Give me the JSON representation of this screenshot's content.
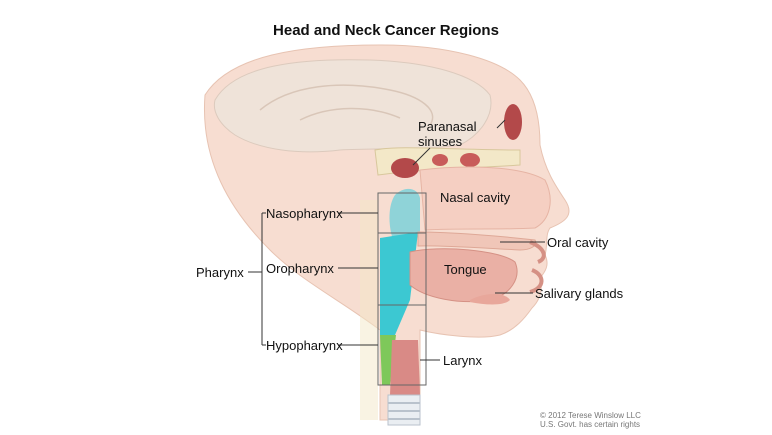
{
  "title": "Head and Neck Cancer Regions",
  "labels": {
    "paranasal_sinuses": [
      "Paranasal",
      "sinuses"
    ],
    "nasal_cavity": "Nasal cavity",
    "oral_cavity": "Oral cavity",
    "tongue": "Tongue",
    "salivary_glands": "Salivary glands",
    "larynx": "Larynx",
    "pharynx": "Pharynx",
    "nasopharynx": "Nasopharynx",
    "oropharynx": "Oropharynx",
    "hypopharynx": "Hypopharynx"
  },
  "copyright": [
    "© 2012 Terese Winslow LLC",
    "U.S. Govt. has certain rights"
  ],
  "colors": {
    "nasopharynx": "#8fd3d8",
    "oropharynx": "#3cc8d2",
    "hypopharynx": "#7ec85a",
    "larynx": "#d98a86",
    "tissue": "#f2c3b3",
    "skin": "#f7ddd1",
    "brain": "#efe3d9",
    "bone": "#f3e8c8"
  }
}
